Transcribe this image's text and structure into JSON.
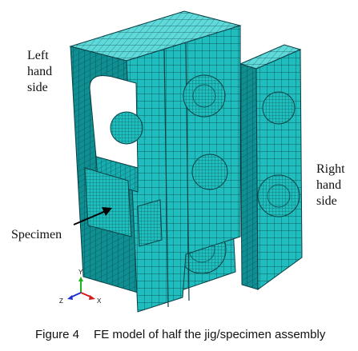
{
  "labels": {
    "left_side": [
      "Left",
      "hand",
      "side"
    ],
    "right_side": [
      "Right",
      "hand",
      "side"
    ],
    "specimen": "Specimen"
  },
  "caption": {
    "figure_number": "Figure 4",
    "text": "FE model of half the jig/specimen assembly"
  },
  "triad": {
    "y_label": "Y",
    "z_label": "Z",
    "x_label": "X",
    "y_color": "#1db31d",
    "z_color": "#1a2fd6",
    "x_color": "#d61a1a"
  },
  "colors": {
    "mesh_fill": "#1fbdbd",
    "mesh_light": "#5fd9d9",
    "mesh_dark": "#0f8f92",
    "mesh_line": "#0a3f44"
  }
}
